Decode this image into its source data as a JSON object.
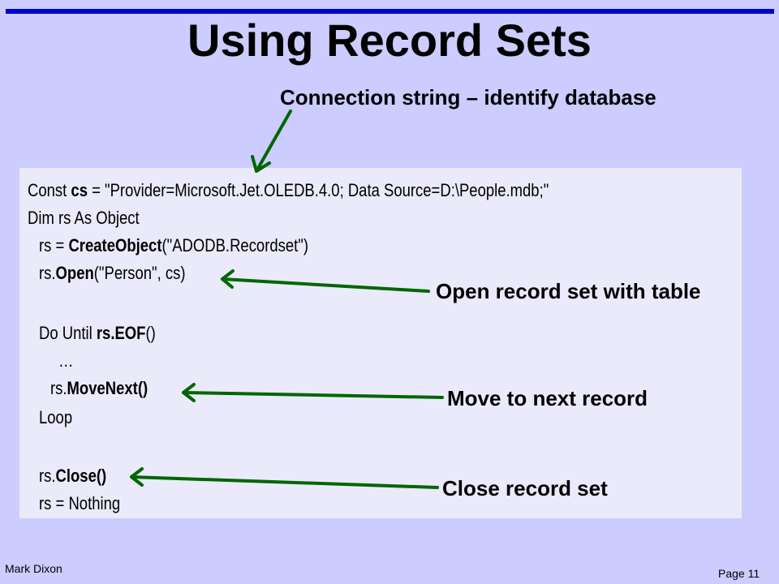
{
  "slide": {
    "title": "Using Record Sets",
    "footer_author": "Mark Dixon",
    "footer_page": "Page 11"
  },
  "code": {
    "line1": {
      "pre": "Const ",
      "bold": "cs",
      "post": " = \"Provider=Microsoft.Jet.OLEDB.4.0; Data Source=D:\\People.mdb;\""
    },
    "line2": {
      "text": "Dim rs As Object"
    },
    "line3": {
      "pre": "rs = ",
      "bold": "CreateObject",
      "post": "(\"ADODB.Recordset\")"
    },
    "line4": {
      "pre": "rs.",
      "bold": "Open",
      "post": "(\"Person\", cs)"
    },
    "line5": {
      "pre": "Do Until ",
      "bold": "rs.EOF",
      "post": "()"
    },
    "line6": {
      "text": "…"
    },
    "line7": {
      "pre": "rs.",
      "bold": "MoveNext()"
    },
    "line8": {
      "text": "Loop"
    },
    "line9": {
      "pre": "rs.",
      "bold": "Close()"
    },
    "line10": {
      "text": "rs = Nothing"
    }
  },
  "annotations": {
    "connection": "Connection string – identify database",
    "open": "Open record set with table",
    "move": "Move to next record",
    "close": "Close record set"
  },
  "colors": {
    "background": "#ccccff",
    "rule": "#0000cc",
    "code_box": "#eaeafa",
    "arrow": "#006600"
  }
}
